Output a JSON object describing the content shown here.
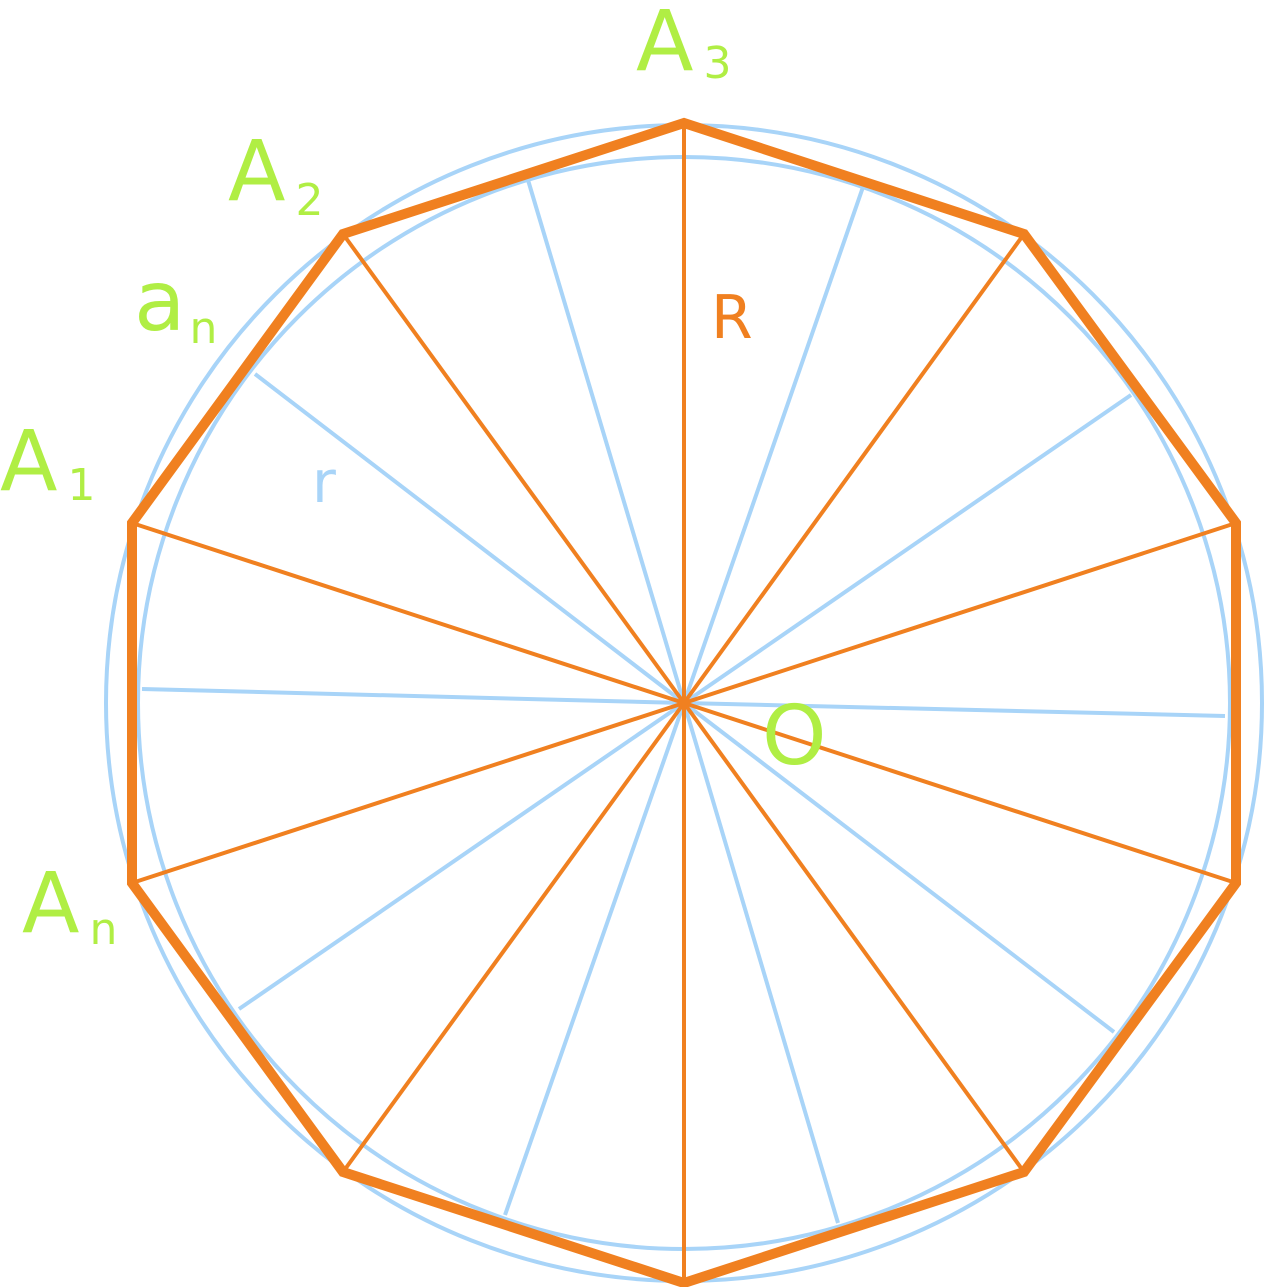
{
  "figure": {
    "sides": 10,
    "colors": {
      "polygon": "#f08020",
      "circles": "#a8d4f8",
      "vertex_labels": "#b0ee44",
      "apothem_label": "#a8d4f8",
      "radius_label": "#f08020",
      "center_label": "#b0ee44"
    }
  },
  "labels": {
    "vertex_1": {
      "main": "A",
      "sub": "1"
    },
    "vertex_2": {
      "main": "A",
      "sub": "2"
    },
    "vertex_3": {
      "main": "A",
      "sub": "3"
    },
    "vertex_n": {
      "main": "A",
      "sub": "n"
    },
    "side": {
      "main": "a",
      "sub": "n"
    },
    "radius": "R",
    "apothem": "r",
    "center": "O"
  }
}
